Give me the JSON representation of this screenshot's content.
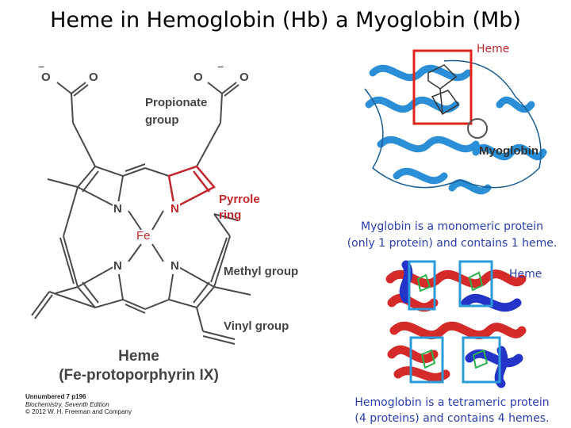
{
  "title": "Heme in Hemoglobin (Hb) a Myoglobin (Mb)",
  "structure": {
    "atoms": {
      "o": "O",
      "minus": "−",
      "n": "N",
      "fe": "Fe"
    },
    "labels": {
      "propionate_line1": "Propionate",
      "propionate_line2": "group",
      "pyrrole_line1": "Pyrrole",
      "pyrrole_line2": "ring",
      "methyl": "Methyl group",
      "vinyl": "Vinyl group"
    },
    "caption_line1": "Heme",
    "caption_line2": "(Fe-protoporphyrin IX)",
    "credit_line1": "Unnumbered 7 p196",
    "credit_line2": "Biochemistry, Seventh Edition",
    "credit_line3": "© 2012 W. H. Freeman and Company",
    "colors": {
      "bond": "#4a4a4a",
      "pyrrole": "#c0282d",
      "fe": "#c0282d"
    }
  },
  "myoglobin": {
    "heme_label": "Heme",
    "name_label": "Myoglobin",
    "caption_line1": "Myglobin is a monomeric protein",
    "caption_line2": "(only 1 protein) and contains 1 heme.",
    "colors": {
      "helix": "#2a8fd6",
      "heme_box": "#e0241b"
    }
  },
  "hemoglobin": {
    "heme_label": "Heme",
    "caption_line1": "Hemoglobin is a tetrameric protein",
    "caption_line2": "(4 proteins) and contains 4 hemes.",
    "colors": {
      "alpha": "#d42a2a",
      "beta": "#2433c8",
      "heme_box": "#2a9ad8"
    }
  }
}
